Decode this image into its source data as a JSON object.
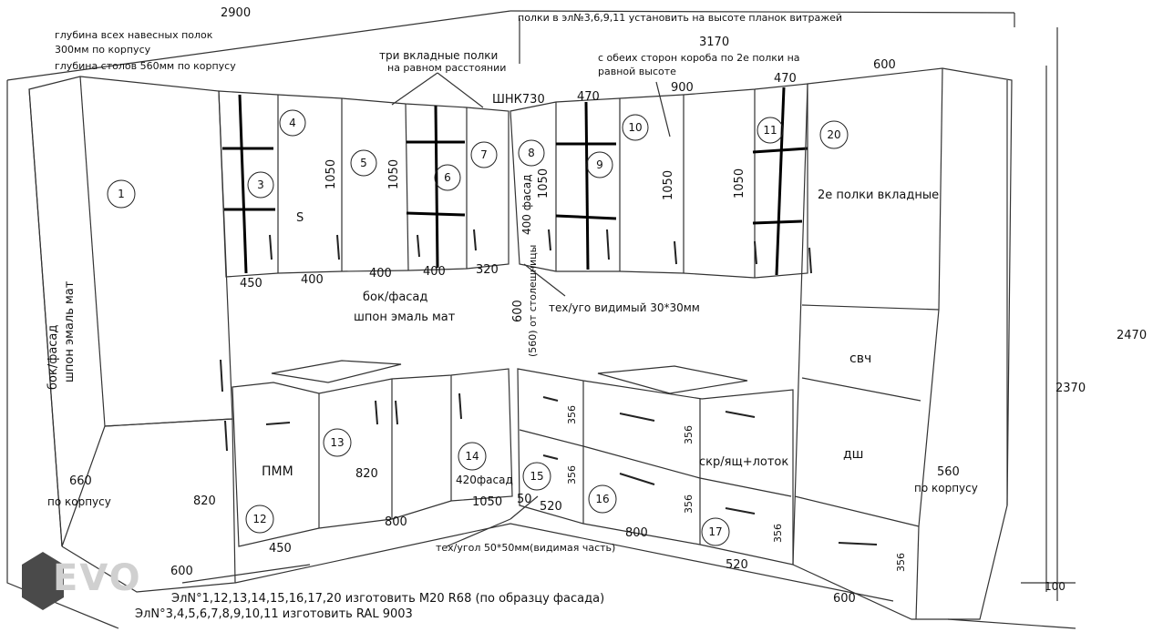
{
  "notes": {
    "depth_shelves": "глубина всех навесных полок",
    "depth_shelves_value": "300мм по корпусу",
    "depth_tables": "глубина столов 560мм по корпусу",
    "shelves_height": "полки в эл№3,6,9,11 установить на высоте планок витражей",
    "three_shelves": "три вкладные полки",
    "equal_distance": "на равном расстоянии",
    "two_shelves_each_side": "с обеих сторон короба по 2е полки на",
    "equal_height": "равной высоте",
    "shnk": "ШНК730",
    "side_facade_1": "бок/фасад",
    "side_facade_2": "шпон эмаль мат",
    "left_side_facade_1": "бок/фасад",
    "left_side_facade_2": "шпон эмаль мат",
    "tech_angle_visible": "тех/уго видимый 30*30мм",
    "from_countertop": "(560) от столешницы",
    "facade_400": "400 фасад",
    "two_shelves_inset": "2е полки вкладные",
    "microwave": "свч",
    "oven": "дш",
    "dishwasher": "ПММ",
    "drawer_tray": "скр/ящ+лоток",
    "facade_420": "420фасад",
    "s_mark": "S",
    "left_corpus": "по корпусу",
    "right_corpus": "по корпусу",
    "tech_angle_bottom": "тех/угол 50*50мм(видимая часть)",
    "bottom_line1": "ЭлN°1,12,13,14,15,16,17,20 изготовить М20 R68  (по образцу фасада)",
    "bottom_line2": "ЭлN°3,4,5,6,7,8,9,10,11 изготовить RAL 9003",
    "logo": "EVO"
  },
  "dimensions": {
    "d2900": "2900",
    "d3170": "3170",
    "d600_top": "600",
    "d470a": "470",
    "d900": "900",
    "d470b": "470",
    "d1050_5": "1050",
    "d1050_5b": "1050",
    "d1050_8": "1050",
    "d1050_10": "1050",
    "d1050_11": "1050",
    "d450a": "450",
    "d400a": "400",
    "d400b": "400",
    "d400c": "400",
    "d320": "320",
    "d600_gap": "600",
    "d2470": "2470",
    "d2370": "2370",
    "d660": "660",
    "d820a": "820",
    "d820b": "820",
    "d356_1": "356",
    "d356_2": "356",
    "d356_3": "356",
    "d356_4": "356",
    "d356_5": "356",
    "d356_6": "356",
    "d560": "560",
    "d1050_bot": "1050",
    "d50": "50",
    "d520a": "520",
    "d800a": "800",
    "d450b": "450",
    "d800b": "800",
    "d520b": "520",
    "d600_bl": "600",
    "d600_br": "600",
    "d100": "100"
  },
  "elements": [
    "1",
    "3",
    "4",
    "5",
    "6",
    "7",
    "8",
    "9",
    "10",
    "11",
    "12",
    "13",
    "14",
    "15",
    "16",
    "17",
    "20"
  ]
}
